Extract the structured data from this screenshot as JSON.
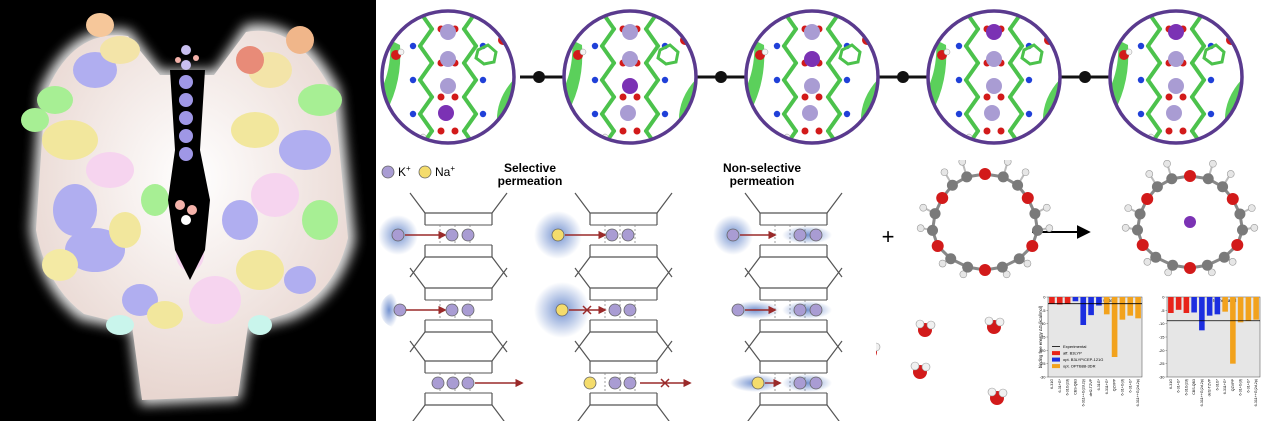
{
  "legend": {
    "k_label": "K",
    "k_sup": "+",
    "na_label": "Na",
    "na_sup": "+"
  },
  "headings": {
    "selective_line1": "Selective",
    "selective_line2": "permeation",
    "nonselective_line1": "Non-selective",
    "nonselective_line2": "permeation"
  },
  "plus_sign": "+",
  "charts": [
    {
      "title": "In water",
      "categories": [
        "6-31G",
        "6-31+G*",
        "6-31G(2d)",
        "CBS-QB3",
        "6-311++G(2d,2p)",
        "def2-TZVP",
        "6-31G*",
        "6-311+G*",
        "QZVPP",
        "6-31+G(d)",
        "6-31+G*",
        "6-311++G(2d,2p)"
      ],
      "groups": [
        "red",
        "red",
        "red",
        "blue",
        "blue",
        "blue",
        "blue",
        "orange",
        "orange",
        "orange",
        "orange",
        "orange"
      ],
      "values": [
        -2.5,
        -2.8,
        -2.5,
        -1.6,
        -10.5,
        -6.8,
        -3.2,
        -6.5,
        -22.5,
        -8.5,
        -7.0,
        -8.0
      ],
      "experimental": -2.5
    },
    {
      "title": "In methanol",
      "categories": [
        "6-31G",
        "6-31+G*",
        "6-31G(2d)",
        "CBS-QB3",
        "6-311++G(2d,2p)",
        "def2-TZVP",
        "6-31G*",
        "6-311+G*",
        "QZVPP",
        "6-31+G(d)",
        "6-31+G*",
        "6-311++G(2d,2p)"
      ],
      "groups": [
        "red",
        "red",
        "red",
        "blue",
        "blue",
        "blue",
        "blue",
        "orange",
        "orange",
        "orange",
        "orange",
        "orange"
      ],
      "values": [
        -6.0,
        -4.8,
        -6.0,
        -5.8,
        -12.5,
        -7.0,
        -6.5,
        -5.5,
        -25.0,
        -9.5,
        -9.0,
        -8.5
      ],
      "experimental": -8.9
    }
  ],
  "chart_axis": {
    "ylabel": "binding free energy ΔG (kcal/mol)",
    "yticks": [
      0,
      -5,
      -10,
      -15,
      -20,
      -25,
      -30
    ],
    "ylim": [
      -30,
      0
    ]
  },
  "chart_legend": [
    {
      "label": "Experimental",
      "kind": "line"
    },
    {
      "label": "aff. B3LYP",
      "kind": "red"
    },
    {
      "label": "opt. B3LYP/CEP-121G",
      "kind": "blue"
    },
    {
      "label": "opt. OPTB88-3DR",
      "kind": "orange"
    }
  ],
  "colors": {
    "potassium": "#a99cd3",
    "sodium": "#f4dc6c",
    "arrow": "#9a2a2a",
    "ring": "#5a3a8e",
    "oxygen": "#d21a1a",
    "carbon": "#7a7a7a",
    "bar_red": "#e8231a",
    "bar_blue": "#1c2ee0",
    "bar_orange": "#f2a21c"
  }
}
